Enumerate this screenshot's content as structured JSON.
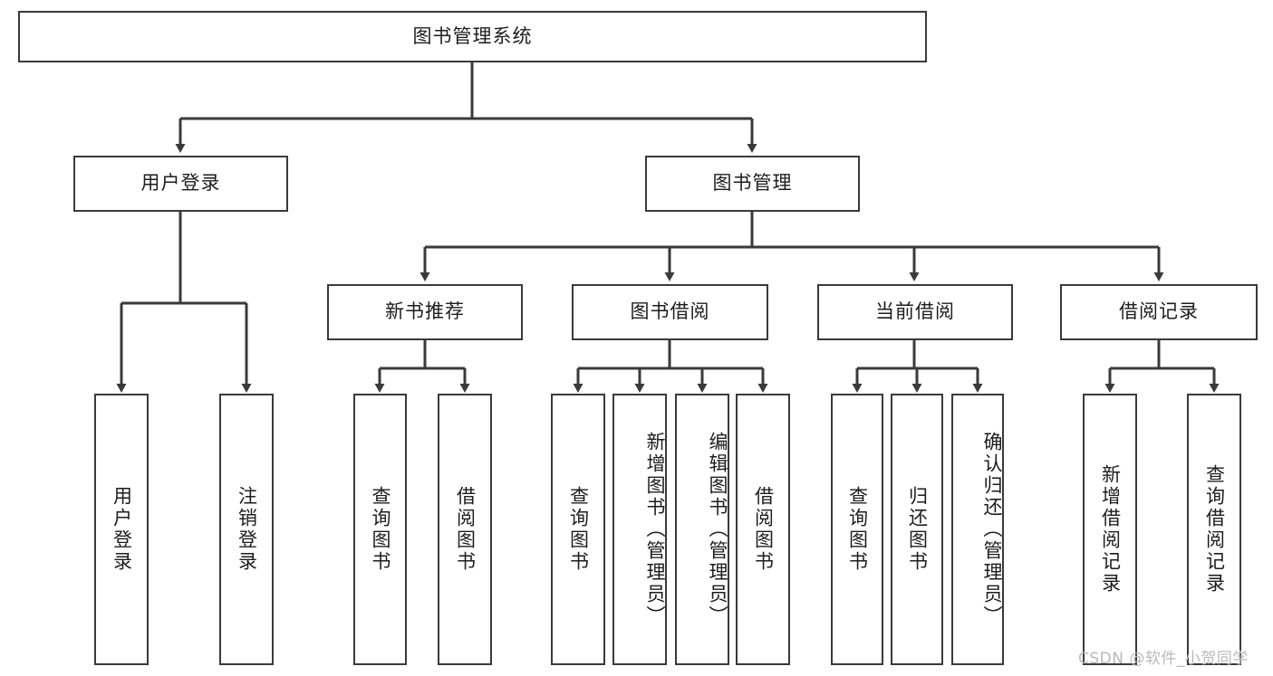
{
  "diagram": {
    "title": "图书管理系统",
    "type": "hierarchy-tree",
    "root": {
      "id": "root",
      "label": "图书管理系统",
      "orientation": "horizontal"
    },
    "level1": [
      {
        "id": "user-login",
        "label": "用户登录",
        "orientation": "horizontal"
      },
      {
        "id": "book-manage",
        "label": "图书管理",
        "orientation": "horizontal"
      }
    ],
    "level2": [
      {
        "id": "new-book-recommend",
        "label": "新书推荐",
        "parent": "book-manage",
        "orientation": "horizontal"
      },
      {
        "id": "book-borrow",
        "label": "图书借阅",
        "parent": "book-manage",
        "orientation": "horizontal"
      },
      {
        "id": "current-borrow",
        "label": "当前借阅",
        "parent": "book-manage",
        "orientation": "horizontal"
      },
      {
        "id": "borrow-record",
        "label": "借阅记录",
        "parent": "book-manage",
        "orientation": "horizontal"
      }
    ],
    "leaves": [
      {
        "id": "leaf-user-login",
        "label": "用户登录",
        "parent": "user-login",
        "orientation": "vertical"
      },
      {
        "id": "leaf-logout",
        "label": "注销登录",
        "parent": "user-login",
        "orientation": "vertical"
      },
      {
        "id": "leaf-query-book-1",
        "label": "查询图书",
        "parent": "new-book-recommend",
        "orientation": "vertical"
      },
      {
        "id": "leaf-borrow-book-1",
        "label": "借阅图书",
        "parent": "new-book-recommend",
        "orientation": "vertical"
      },
      {
        "id": "leaf-query-book-2",
        "label": "查询图书",
        "parent": "book-borrow",
        "orientation": "vertical"
      },
      {
        "id": "leaf-add-book",
        "label": "新增图书（管理员）",
        "parent": "book-borrow",
        "orientation": "vertical"
      },
      {
        "id": "leaf-edit-book",
        "label": "编辑图书（管理员）",
        "parent": "book-borrow",
        "orientation": "vertical"
      },
      {
        "id": "leaf-borrow-book-2",
        "label": "借阅图书",
        "parent": "book-borrow",
        "orientation": "vertical"
      },
      {
        "id": "leaf-query-book-3",
        "label": "查询图书",
        "parent": "current-borrow",
        "orientation": "vertical"
      },
      {
        "id": "leaf-return-book",
        "label": "归还图书",
        "parent": "current-borrow",
        "orientation": "vertical"
      },
      {
        "id": "leaf-confirm-return",
        "label": "确认归还（管理员）",
        "parent": "current-borrow",
        "orientation": "vertical"
      },
      {
        "id": "leaf-add-record",
        "label": "新增借阅记录",
        "parent": "borrow-record",
        "orientation": "vertical"
      },
      {
        "id": "leaf-query-record",
        "label": "查询借阅记录",
        "parent": "borrow-record",
        "orientation": "vertical"
      }
    ],
    "watermark": "CSDN @软件_小贺同学",
    "colors": {
      "stroke": "#3a3a3a",
      "fill": "#ffffff",
      "text": "#1d1d1d",
      "watermark": "#b9b9b9"
    }
  }
}
